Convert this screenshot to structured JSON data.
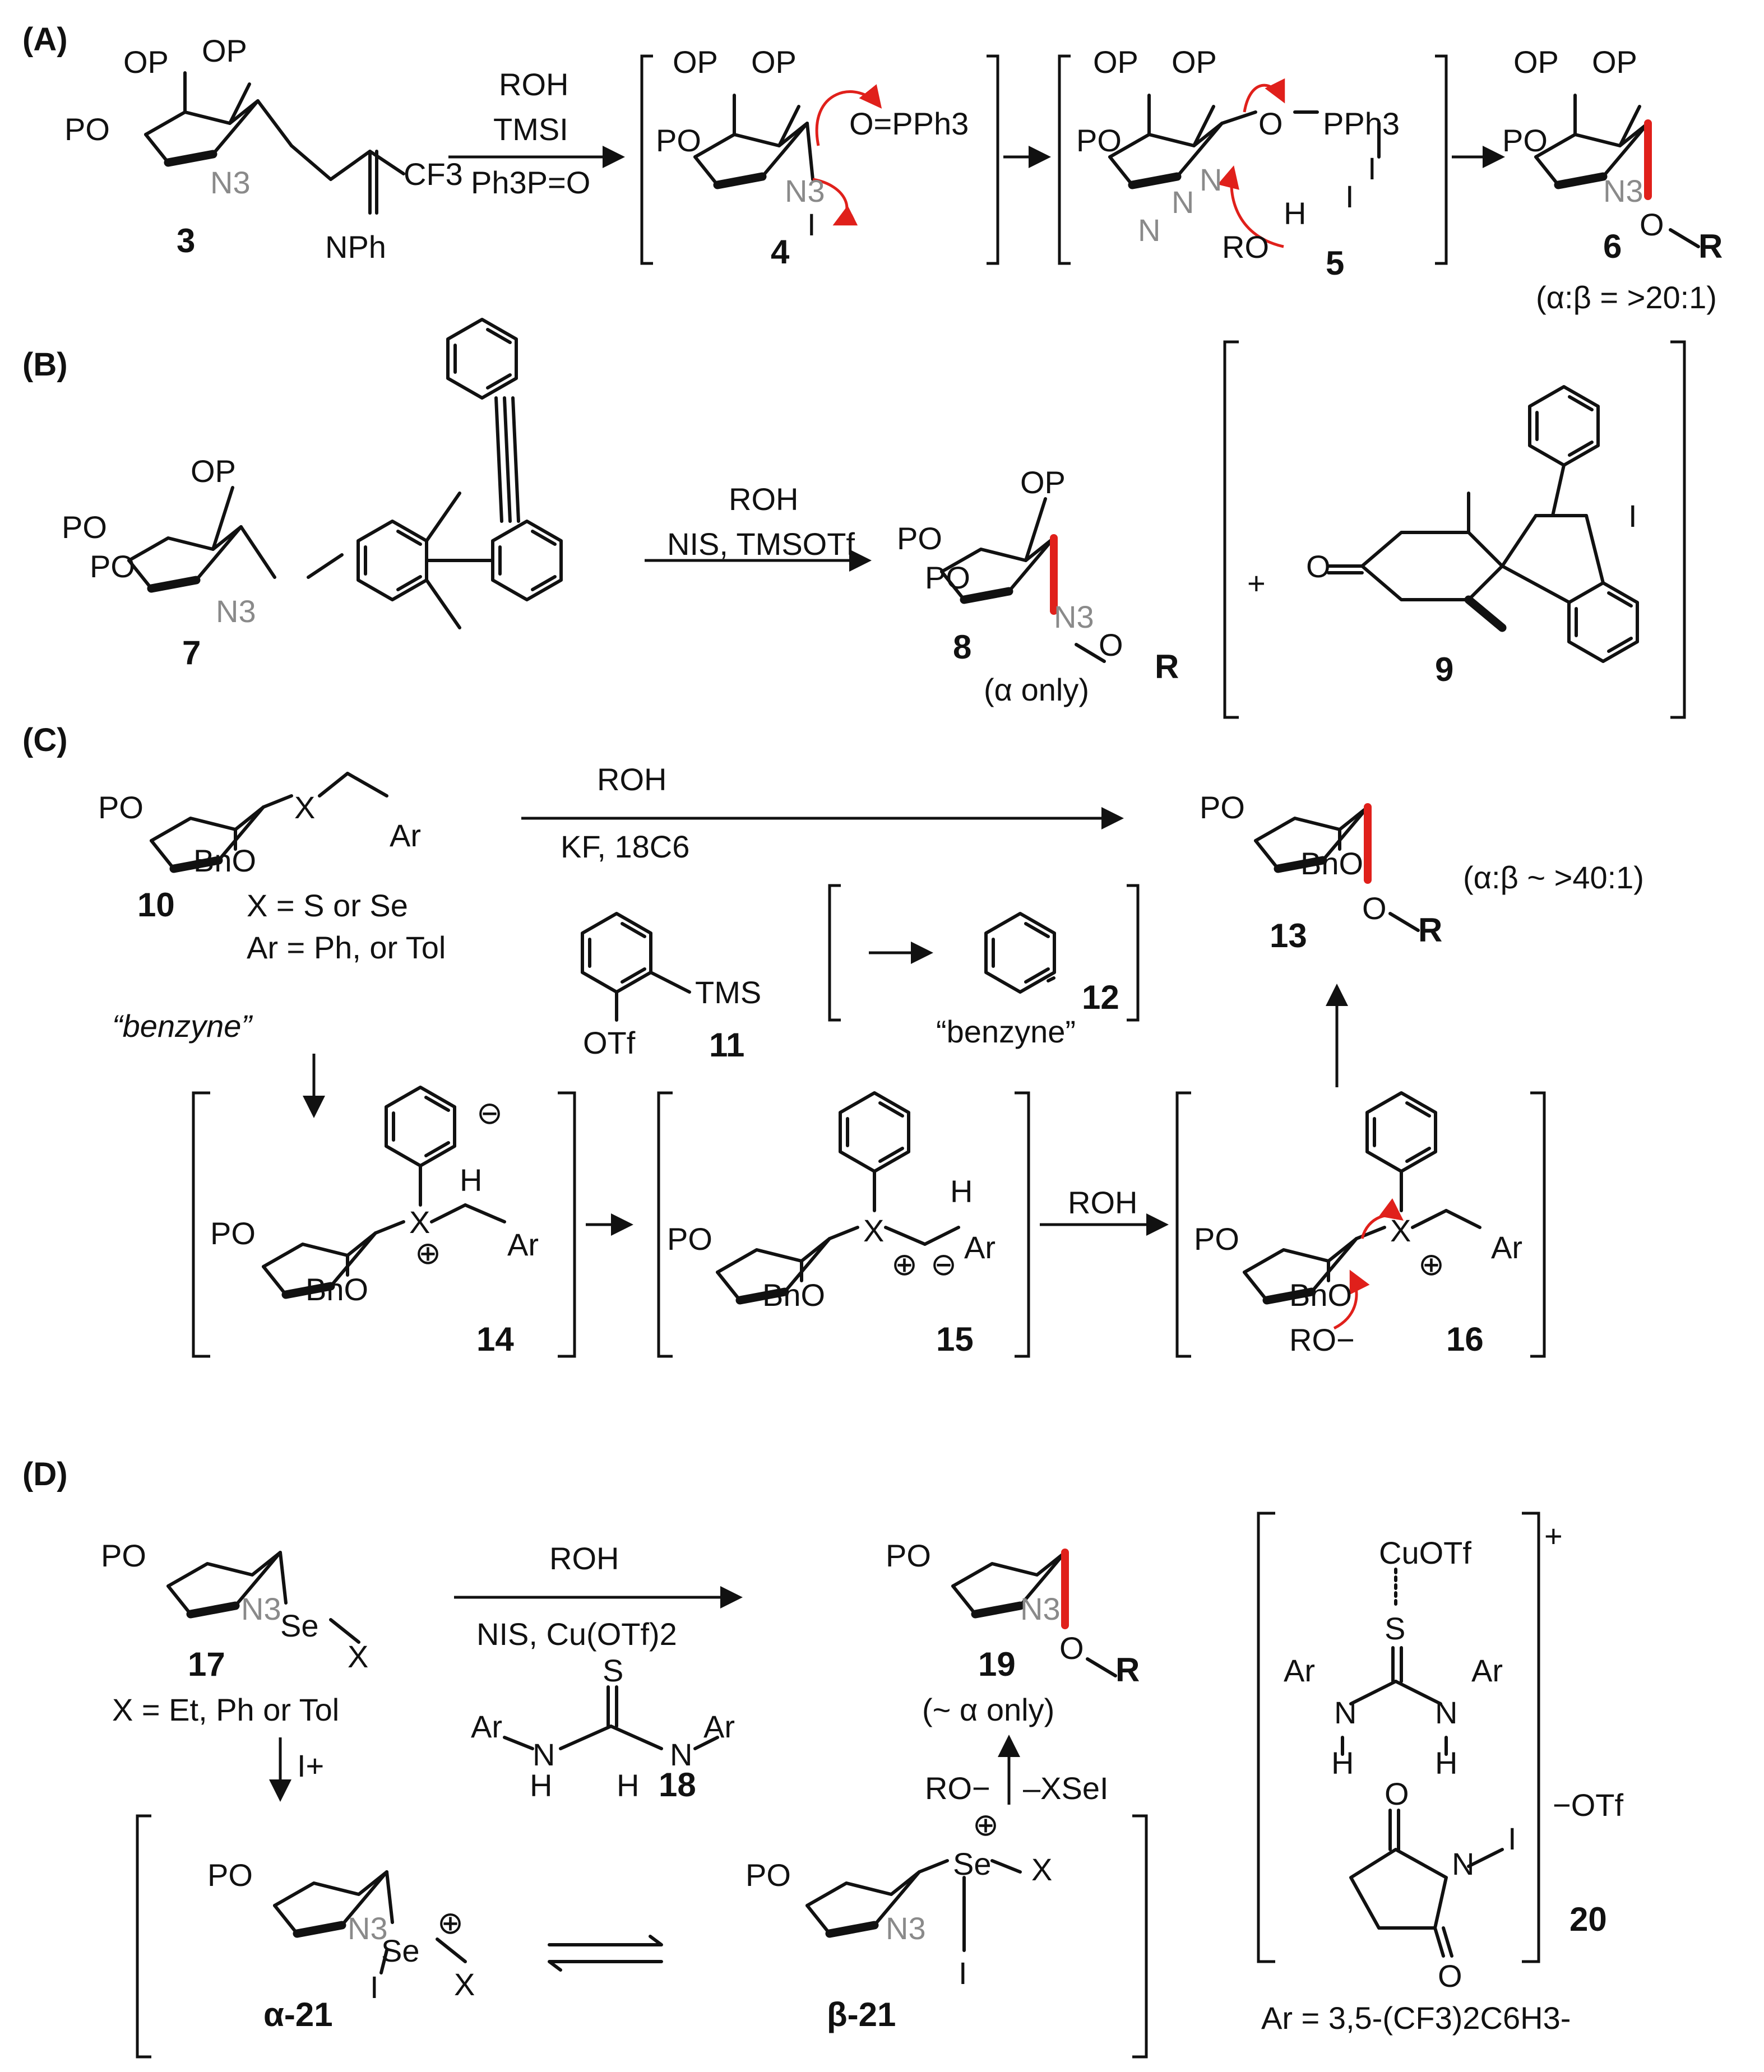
{
  "panels": {
    "A": {
      "label": "(A)",
      "reagents": [
        "ROH",
        "TMSI",
        "Ph3P=O"
      ],
      "compounds": {
        "c3": {
          "number": "3",
          "labels": [
            "OP",
            "OP",
            "PO",
            "N3",
            "CF3",
            "NPh"
          ]
        },
        "c4": {
          "number": "4",
          "labels": [
            "OP",
            "OP",
            "PO",
            "N3",
            "O=PPh3",
            "I"
          ]
        },
        "c5": {
          "number": "5",
          "labels": [
            "OP",
            "OP",
            "PO",
            "N",
            "N",
            "N",
            "O",
            "PPh3",
            "I",
            "I",
            "RO",
            "H"
          ]
        },
        "c6": {
          "number": "6",
          "labels": [
            "OP",
            "OP",
            "PO",
            "N3",
            "O",
            "R"
          ],
          "selectivity": "(α:β = >20:1)"
        }
      }
    },
    "B": {
      "label": "(B)",
      "reagents": [
        "ROH",
        "NIS, TMSOTf"
      ],
      "compounds": {
        "c7": {
          "number": "7",
          "labels": [
            "OP",
            "PO",
            "PO",
            "N3"
          ]
        },
        "c8": {
          "number": "8",
          "labels": [
            "OP",
            "PO",
            "PO",
            "N3",
            "O",
            "R"
          ],
          "selectivity": "(α only)"
        },
        "c9": {
          "number": "9",
          "labels": [
            "O",
            "I"
          ]
        }
      }
    },
    "C": {
      "label": "(C)",
      "reagents": [
        "ROH",
        "KF, 18C6"
      ],
      "benzyne_label": "“benzyne”",
      "compounds": {
        "c10": {
          "number": "10",
          "labels": [
            "PO",
            "BnO",
            "X",
            "Ar"
          ],
          "notes": [
            "X = S or Se",
            "Ar = Ph, or Tol"
          ]
        },
        "c11": {
          "number": "11",
          "labels": [
            "TMS",
            "OTf"
          ]
        },
        "c12": {
          "number": "12",
          "note": "“benzyne”"
        },
        "c13": {
          "number": "13",
          "labels": [
            "PO",
            "BnO",
            "O",
            "R"
          ],
          "selectivity": "(α:β ~ >40:1)"
        },
        "c14": {
          "number": "14",
          "labels": [
            "PO",
            "BnO",
            "X",
            "H",
            "Ar"
          ]
        },
        "c15": {
          "number": "15",
          "labels": [
            "PO",
            "BnO",
            "X",
            "H",
            "Ar"
          ]
        },
        "c16": {
          "number": "16",
          "labels": [
            "PO",
            "BnO",
            "X",
            "Ar",
            "RO−"
          ]
        }
      },
      "step_reagent": "ROH"
    },
    "D": {
      "label": "(D)",
      "reagents": [
        "ROH",
        "NIS, Cu(OTf)2"
      ],
      "compounds": {
        "c17": {
          "number": "17",
          "labels": [
            "PO",
            "N3",
            "Se",
            "X"
          ],
          "note": "X = Et, Ph or Tol"
        },
        "c18": {
          "number": "18",
          "labels": [
            "S",
            "Ar",
            "N",
            "N",
            "Ar",
            "H",
            "H"
          ]
        },
        "c19": {
          "number": "19",
          "labels": [
            "PO",
            "N3",
            "O",
            "R"
          ],
          "selectivity": "(~ α only)"
        },
        "c20": {
          "number": "20",
          "labels": [
            "CuOTf",
            "S",
            "Ar",
            "N",
            "N",
            "Ar",
            "H",
            "H",
            "O",
            "N",
            "I",
            "O",
            "−OTf"
          ],
          "note": "Ar = 3,5-(CF3)2C6H3-"
        },
        "a21": {
          "prefix": "α-",
          "number": "21",
          "labels": [
            "PO",
            "N3",
            "Se",
            "X",
            "I"
          ]
        },
        "b21": {
          "prefix": "β-",
          "number": "21",
          "labels": [
            "PO",
            "N3",
            "Se",
            "X",
            "I"
          ]
        }
      },
      "step_iplus": "I+",
      "step_ro": "RO−",
      "step_xsei": "–XSeI"
    }
  }
}
